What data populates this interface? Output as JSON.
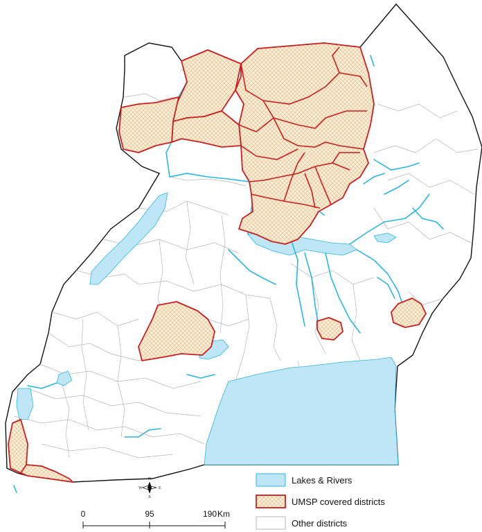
{
  "colors": {
    "lake": "#bfe6f7",
    "lake_edge": "#29b6e3",
    "umsp_border": "#cc1e1e",
    "umsp_fill": "#fcefd6",
    "hatch": "#e0b98a",
    "district_border": "#b5b5b5",
    "country_border": "#111111"
  },
  "legend": {
    "items": [
      {
        "label": "Lakes & Rivers",
        "swatch": "lake"
      },
      {
        "label": "UMSP covered districts",
        "swatch": "umsp"
      },
      {
        "label": "Other districts",
        "swatch": "other"
      }
    ]
  },
  "scale_bar": {
    "ticks": [
      "0",
      "95",
      "190"
    ],
    "unit": "Km"
  },
  "compass": {
    "n": "N",
    "s": "S",
    "e": "E",
    "w": "W"
  }
}
